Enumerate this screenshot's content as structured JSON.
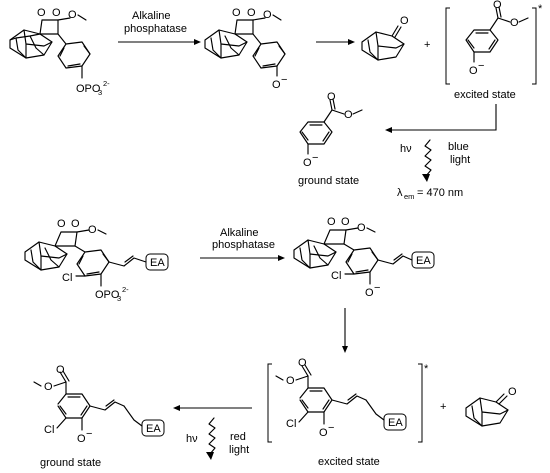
{
  "reaction1": {
    "reagent_line1": "Alkaline",
    "reagent_line2": "phosphatase",
    "excited_state": "excited state",
    "ground_state": "ground state",
    "hv": "hν",
    "light_line1": "blue",
    "light_line2": "light",
    "emission_lambda": "λ",
    "emission_sub": "em",
    "emission_value": "= 470 nm",
    "plus": "+",
    "star": "*"
  },
  "reaction2": {
    "reagent_line1": "Alkaline",
    "reagent_line2": "phosphatase",
    "excited_state": "excited state",
    "ground_state": "ground state",
    "hv": "hν",
    "light_line1": "red",
    "light_line2": "light",
    "plus": "+",
    "star": "*",
    "ea_label": "EA"
  },
  "atoms": {
    "O": "O",
    "Cl": "Cl",
    "ominus": "O",
    "minus": "−",
    "opo3": "OPO",
    "opo3_sub": "3",
    "opo3_charge": "2-"
  }
}
